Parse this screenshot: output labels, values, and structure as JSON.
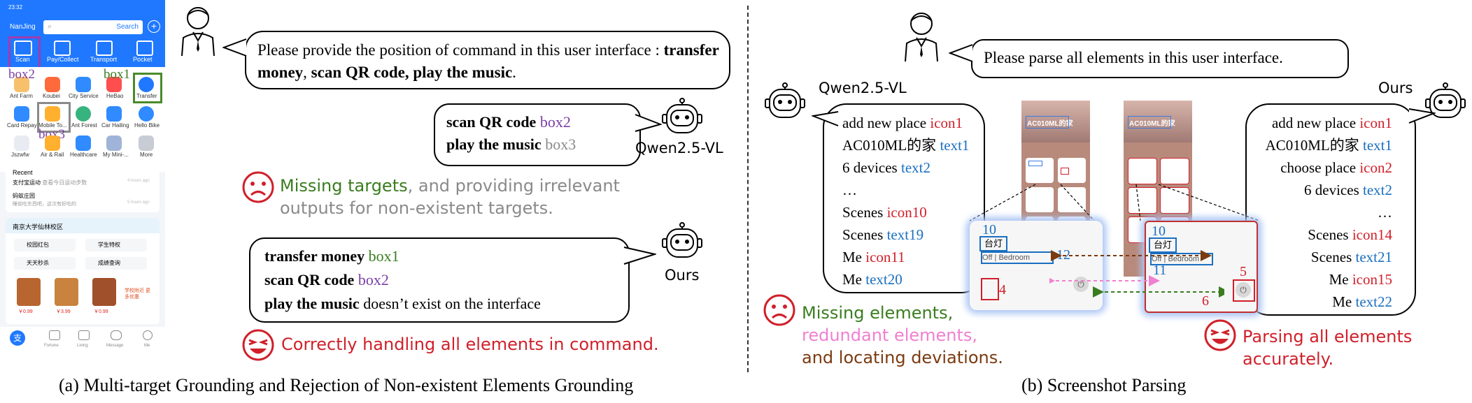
{
  "phone": {
    "status_time": "23:32",
    "location": "NanJing",
    "search_btn": "Search",
    "top_actions": [
      "Scan",
      "Pay/Collect",
      "Transport",
      "Pocket"
    ],
    "grid_row1": [
      "Ant Farm",
      "Koubei",
      "City Service",
      "HeBao",
      "Transfer"
    ],
    "grid_row2": [
      "Card Repay",
      "Mobile To...",
      "Ant Forest",
      "Car Hailing",
      "Hello Bike"
    ],
    "grid_row3": [
      "Jszwfw",
      "Air & Rail",
      "Healthcare",
      "My Mini-...",
      "More"
    ],
    "recent_title": "Recent",
    "recent_items": [
      {
        "title": "支付宝运动",
        "sub": "查看今日运动步数",
        "time": "4 hours ago"
      },
      {
        "title": "蚂蚁庄园",
        "sub": "睡前吃东西吧，这次有好吃的",
        "time": "5 hours ago"
      }
    ],
    "campus_title": "南京大学仙林校区",
    "campus_items": [
      "校园红包",
      "学生特权",
      "天天秒杀",
      "成绩查询"
    ],
    "prices": [
      "￥0.99",
      "￥3.99",
      "￥0.99"
    ],
    "promo": "学校附近 更多优惠",
    "nav": [
      "Fortune",
      "Living",
      "Message",
      "Me"
    ]
  },
  "annotations": {
    "box1": "box1",
    "box2": "box2",
    "box3": "box3"
  },
  "left": {
    "user_prompt_plain": "Please provide the position of command in this user interface : ",
    "user_prompt_bold": [
      "transfer money",
      ", ",
      "scan QR code, play the music",
      "."
    ],
    "qwen_label": "Qwen2.5-VL",
    "qwen_lines": [
      {
        "cmd": "scan QR code",
        "box": "box2"
      },
      {
        "cmd": "play the music",
        "box": "box3"
      }
    ],
    "qwen_verdict_colored": "Missing targets",
    "qwen_verdict_rest": ", and providing irrelevant outputs for non-existent targets.",
    "ours_label": "Ours",
    "ours_lines": [
      {
        "cmd": "transfer money",
        "box": "box1"
      },
      {
        "cmd": "scan QR code",
        "box": "box2"
      },
      {
        "cmd": "play the music",
        "box": "doesn’t exist on the interface"
      }
    ],
    "ours_verdict": "Correctly handling all elements in command.",
    "caption": "(a) Multi-target Grounding and Rejection of Non-existent Elements Grounding"
  },
  "right": {
    "user_prompt": "Please parse all elements in this user interface.",
    "qwen_label": "Qwen2.5-VL",
    "ours_label": "Ours",
    "qwen_lines": [
      {
        "t": "add new place",
        "tag": "icon1",
        "kind": "icon"
      },
      {
        "t": "AC010ML的家",
        "tag": "text1",
        "kind": "text"
      },
      {
        "t": "6 devices",
        "tag": "text2",
        "kind": "text"
      },
      {
        "t": "…",
        "tag": "",
        "kind": ""
      },
      {
        "t": "Scenes",
        "tag": "icon10",
        "kind": "icon"
      },
      {
        "t": "Scenes",
        "tag": "text19",
        "kind": "text"
      },
      {
        "t": "Me",
        "tag": "icon11",
        "kind": "icon"
      },
      {
        "t": "Me",
        "tag": "text20",
        "kind": "text"
      }
    ],
    "ours_lines": [
      {
        "t": "add new place",
        "tag": "icon1",
        "kind": "icon"
      },
      {
        "t": "AC010ML的家",
        "tag": "text1",
        "kind": "text"
      },
      {
        "t": "choose place",
        "tag": "icon2",
        "kind": "icon"
      },
      {
        "t": "6 devices",
        "tag": "text2",
        "kind": "text"
      },
      {
        "t": "…",
        "tag": "",
        "kind": ""
      },
      {
        "t": "Scenes",
        "tag": "icon14",
        "kind": "icon"
      },
      {
        "t": "Scenes",
        "tag": "text21",
        "kind": "text"
      },
      {
        "t": "Me",
        "tag": "icon15",
        "kind": "icon"
      },
      {
        "t": "Me",
        "tag": "text22",
        "kind": "text"
      }
    ],
    "screenshot_title": "AC010ML的家",
    "zoom_left": {
      "n1": "10",
      "device": "台灯",
      "room": "Off | Bedroom",
      "n2": "12",
      "n3": "4"
    },
    "zoom_right": {
      "n1": "10",
      "device": "台灯",
      "room": "Off | Bedroom",
      "n2": "11",
      "n3": "5",
      "n4": "6"
    },
    "qwen_verdict": [
      "Missing elements,",
      "redundant elements,",
      "and locating deviations."
    ],
    "ours_verdict": [
      "Parsing all elements",
      "accurately."
    ],
    "caption": "(b) Screenshot Parsing"
  },
  "colors": {
    "green": "#3a7d1f",
    "purple": "#7a3ea6",
    "gray": "#8a8a8a",
    "red": "#d0202a",
    "blue": "#1a6fc0",
    "pink": "#f080d0",
    "brown": "#7a3b10",
    "phone_blue": "#1f78ff"
  }
}
